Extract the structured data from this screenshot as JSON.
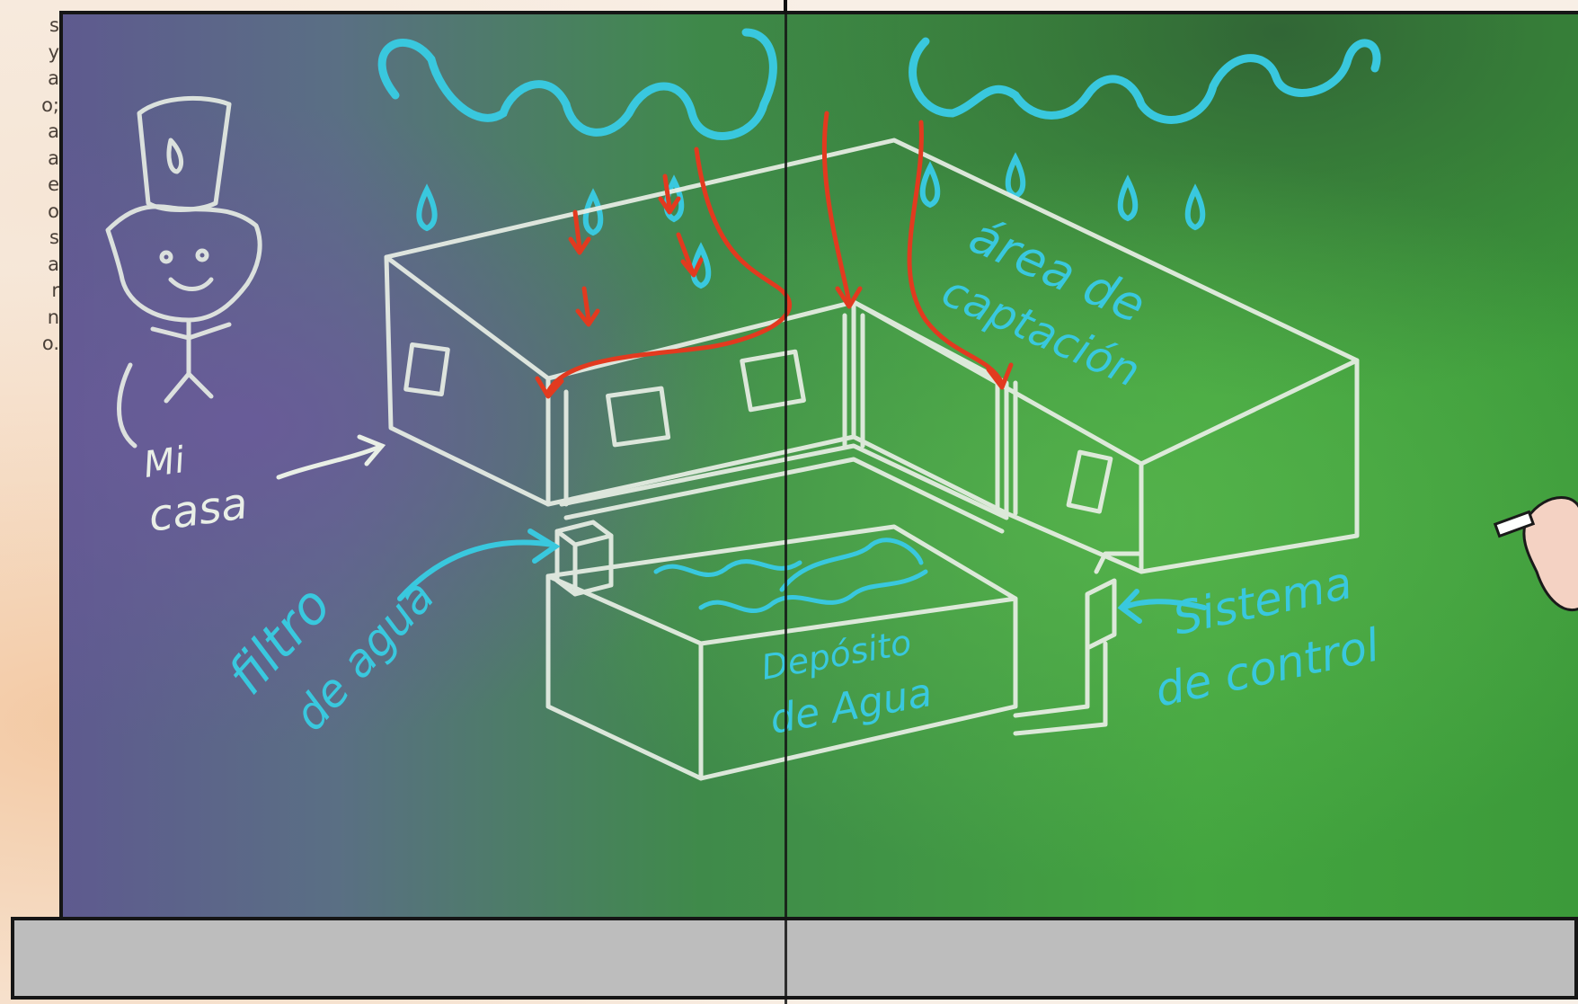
{
  "side_text": [
    "s",
    "y",
    "a",
    "o;",
    "a",
    "a",
    "e",
    "o",
    "s",
    "a",
    "r",
    "n",
    "o."
  ],
  "labels": {
    "mi_casa_line1": "Mi",
    "mi_casa_line2": "casa",
    "area_line1": "área de",
    "area_line2": "captación",
    "filtro_line1": "filtro",
    "filtro_line2": "de agua",
    "deposito_line1": "Depósito",
    "deposito_line2": "de Agua",
    "sistema_line1": "Sistema",
    "sistema_line2": "de control"
  },
  "colors": {
    "board_green": "#3f9a3f",
    "board_purple": "#6b5a93",
    "chalk_white": "#e9efe6",
    "chalk_cyan": "#39c8de",
    "arrow_red": "#e23a1f",
    "ledge_gray": "#bdbdbd"
  }
}
